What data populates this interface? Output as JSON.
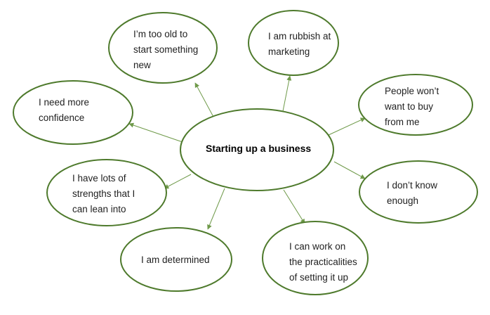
{
  "diagram": {
    "center": "Starting up a business",
    "nodes": {
      "too_old": [
        "I’m too old to",
        "start something",
        "new"
      ],
      "rubbish": [
        "I am rubbish at",
        "marketing"
      ],
      "confidence": [
        "I need more",
        "confidence"
      ],
      "wont_buy": [
        "People won’t",
        "want to buy",
        "from me"
      ],
      "strengths": [
        "I have lots of",
        "strengths that I",
        "can lean into"
      ],
      "dont_know": [
        "I don’t know",
        "enough"
      ],
      "determined": [
        "I am determined"
      ],
      "practicalities": [
        "I can work on",
        "the practicalities",
        "of setting it up"
      ]
    },
    "colors": {
      "ellipse_border": "#4e7a2c",
      "connector": "#6f9a4a"
    }
  }
}
